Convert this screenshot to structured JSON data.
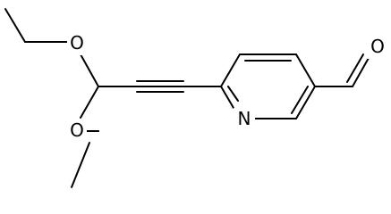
{
  "molecule": {
    "atoms": {
      "o_upper": "O",
      "o_lower": "O",
      "n_ring": "N",
      "o_aldehyde": "O"
    }
  },
  "colors": {
    "bond": "#000000",
    "label": "#000000",
    "background": "#ffffff"
  }
}
